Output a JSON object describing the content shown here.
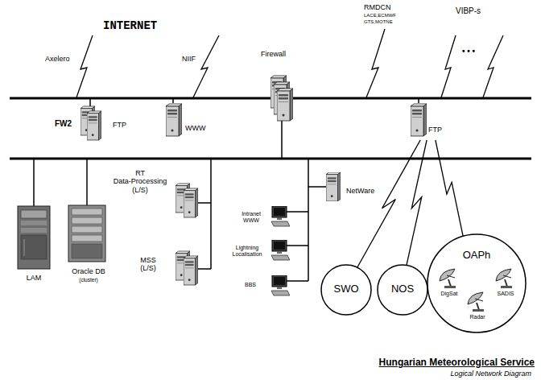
{
  "diagram": {
    "title": "Hungarian Meteorological Service",
    "caption": "Logical Network Diagram",
    "nodes": [
      {
        "text": [
          "FW2",
          "FTP"
        ]
      },
      {
        "text": [
          "WWW"
        ]
      },
      {
        "text": [
          "Firewall"
        ]
      },
      {
        "text": [
          "FTP"
        ]
      },
      {
        "text": [
          "LAM"
        ]
      },
      {
        "text": [
          "Oracle DB",
          "(cluster)"
        ]
      },
      {
        "text": [
          "RT Data-Processing (L/S)"
        ]
      },
      {
        "text": [
          "MSS (L/S)"
        ]
      },
      {
        "text": [
          "Intranet WWW"
        ]
      },
      {
        "text": [
          "Lightning Localisation"
        ]
      },
      {
        "text": [
          "BBS"
        ]
      },
      {
        "text": [
          "NetWare"
        ]
      },
      {
        "text": [
          "SWO"
        ]
      },
      {
        "text": [
          "NOS"
        ]
      },
      {
        "text": [
          "OAPh"
        ]
      },
      {
        "text": [
          "DigSat"
        ],
        "in": 14
      },
      {
        "text": [
          "SADIS"
        ],
        "in": 14
      },
      {
        "text": [
          "Radar"
        ],
        "in": 14
      }
    ],
    "edges": [
      {
        "from": 3,
        "to": 12,
        "arrow": "none"
      },
      {
        "from": 3,
        "to": 13,
        "arrow": "none"
      },
      {
        "from": 3,
        "to": 14,
        "arrow": "none"
      }
    ],
    "labels": [
      "INTERNET",
      "Axelero",
      "NIIF",
      "RMDCN",
      "LACE,ECMWF",
      "GTS,MOTNE",
      "VIBP-s",
      "• • •"
    ]
  }
}
